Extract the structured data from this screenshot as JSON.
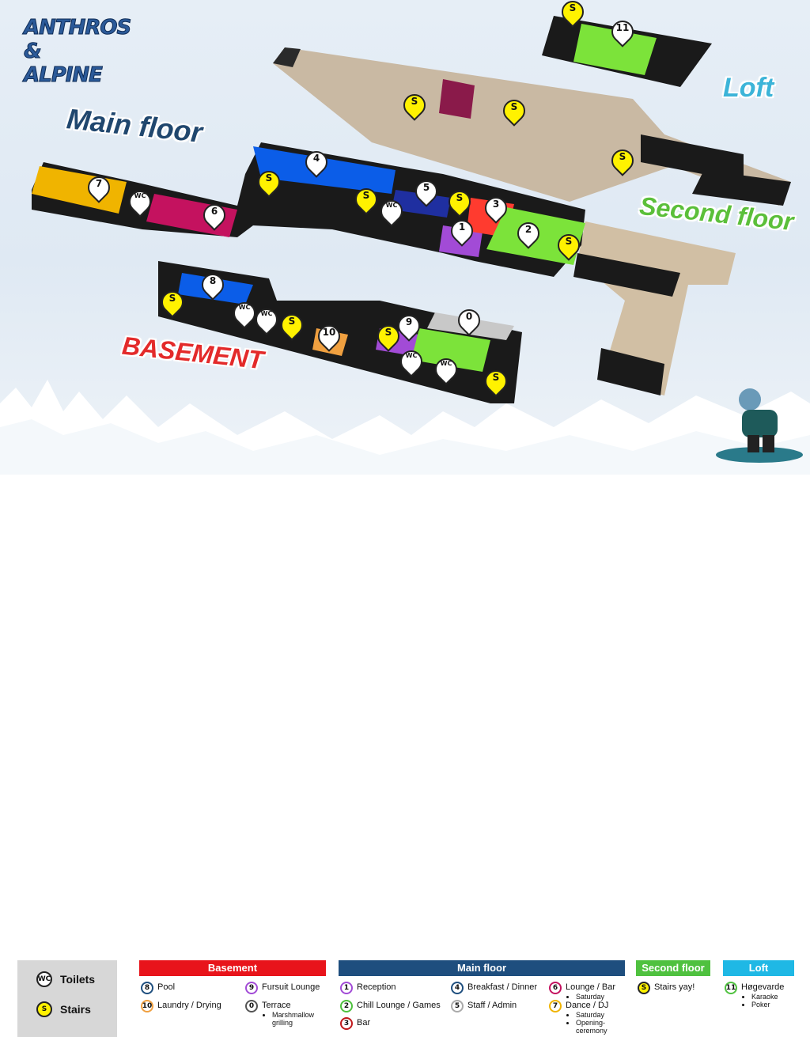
{
  "brand": {
    "line1": "ANTHROS",
    "line2": "& ALPINE"
  },
  "floor_labels": {
    "main": "Main floor",
    "second": "Second floor",
    "loft": "Loft",
    "basement": "BASEMENT"
  },
  "pins": {
    "n0": "0",
    "n1": "1",
    "n2": "2",
    "n3": "3",
    "n4": "4",
    "n5": "5",
    "n6": "6",
    "n7": "7",
    "n8": "8",
    "n9": "9",
    "n10": "10",
    "n11": "11",
    "stairs": "S",
    "toilets": "WC"
  },
  "colors": {
    "basement": "#e8141b",
    "main_floor": "#1e4e7e",
    "second_floor": "#4fc13f",
    "loft": "#1fb8e5",
    "pool": "#0b5de8",
    "chill": "#7ce33a",
    "bar": "#ff3b2f",
    "lounge": "#c4125f",
    "dance": "#f5b400",
    "reception": "#a24bd6",
    "stairs": "#fff200"
  },
  "legend": {
    "key": {
      "toilets_icon": "WC",
      "toilets": "Toilets",
      "stairs_icon": "S",
      "stairs": "Stairs"
    },
    "basement": {
      "title": "Basement",
      "items": [
        {
          "num": "8",
          "label": "Pool"
        },
        {
          "num": "10",
          "label": "Laundry / Drying"
        },
        {
          "num": "9",
          "label": "Fursuit Lounge"
        },
        {
          "num": "0",
          "label": "Terrace",
          "sub": "Marshmallow grilling"
        }
      ]
    },
    "main": {
      "title": "Main floor",
      "items": [
        {
          "num": "1",
          "label": "Reception"
        },
        {
          "num": "2",
          "label": "Chill Lounge / Games"
        },
        {
          "num": "3",
          "label": "Bar"
        },
        {
          "num": "4",
          "label": "Breakfast / Dinner"
        },
        {
          "num": "5",
          "label": "Staff / Admin"
        },
        {
          "num": "6",
          "label": "Lounge / Bar",
          "sub": "Saturday"
        },
        {
          "num": "7",
          "label": "Dance / DJ",
          "sub1": "Saturday",
          "sub2": "Opening-ceremony"
        }
      ]
    },
    "second": {
      "title": "Second floor",
      "items": [
        {
          "num": "S",
          "label": "Stairs yay!"
        }
      ]
    },
    "loft": {
      "title": "Loft",
      "items": [
        {
          "num": "11",
          "label": "Høgevarde",
          "sub1": "Karaoke",
          "sub2": "Poker"
        }
      ]
    }
  }
}
